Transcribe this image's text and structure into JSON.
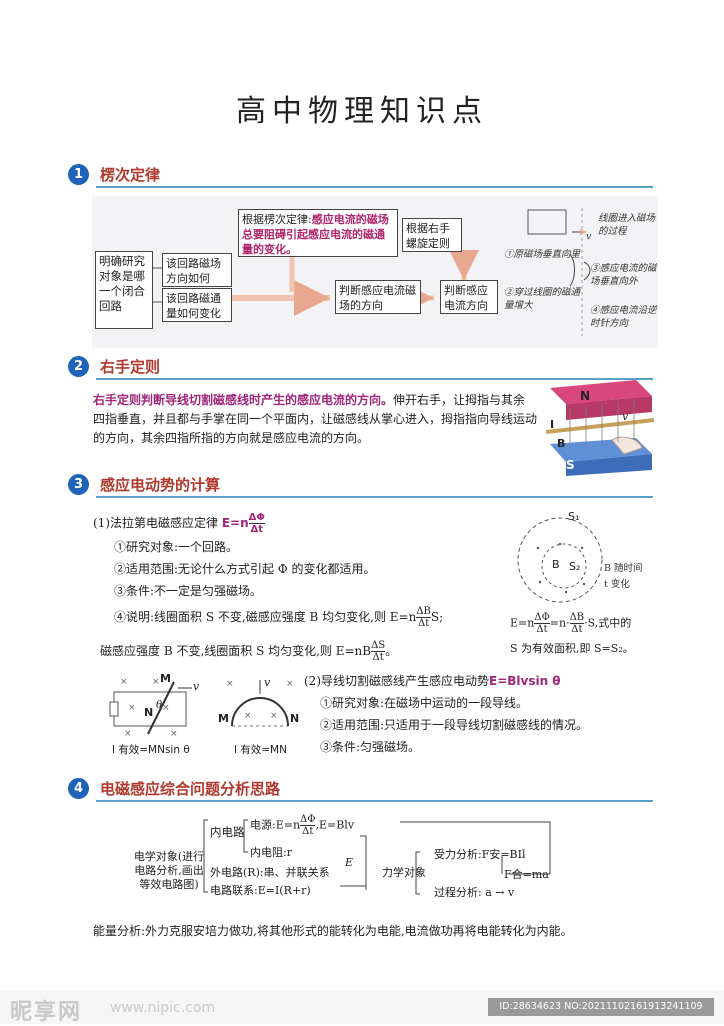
{
  "title": "高中物理知识点",
  "sections": [
    {
      "num": "1",
      "title": "楞次定律"
    },
    {
      "num": "2",
      "title": "右手定则"
    },
    {
      "num": "3",
      "title": "感应电动势的计算"
    },
    {
      "num": "4",
      "title": "电磁感应综合问题分析思路"
    }
  ],
  "s1": {
    "research": "明确研究对象是哪一个闭合回路",
    "q1": "该回路磁场方向如何",
    "q2": "该回路磁通量如何变化",
    "lenz_prefix": "根据楞次定律:",
    "lenz_hl": "感应电流的磁场总要阻碍引起感应电流的磁通量的变化。",
    "judge": "判断感应电流磁场的方向",
    "right_hand": "根据右手螺旋定则",
    "judge_current": "判断感应电流方向",
    "loop_note": "线圈进入磁场的过程",
    "v_label": "v",
    "n1": "①原磁场垂直向里",
    "n2": "②穿过线圈的磁通量增大",
    "n3": "③感应电流的磁场垂直向外",
    "n4": "④感应电流沿逆时针方向"
  },
  "s2": {
    "hl": "右手定则判断导线切割磁感线时产生的感应电流的方向。",
    "text": "伸开右手，让拇指与其余四指垂直，并且都与手掌在同一个平面内，让磁感线从掌心进入，拇指指向导线运动的方向，其余四指所指的方向就是感应电流的方向。",
    "label_n": "N",
    "label_s": "S",
    "label_b": "B",
    "label_i": "I",
    "label_v": "v"
  },
  "s3": {
    "p1_prefix": "(1)法拉第电磁感应定律",
    "p1_formula": "E=n",
    "p1_num": "ΔΦ",
    "p1_den": "Δt",
    "i1": "①研究对象:一个回路。",
    "i2": "②适用范围:无论什么方式引起 Φ 的变化都适用。",
    "i3": "③条件:不一定是匀强磁场。",
    "i4": "④说明:线圈面积 S 不变,磁感应强度 B 均匀变化,则 E=n",
    "i4_num": "ΔB",
    "i4_den": "Δt",
    "i4_tail": "S;",
    "i5": "磁感应强度 B 不变,线圈面积 S 均匀变化,则 E=nB",
    "i5_num": "ΔS",
    "i5_den": "Δt",
    "i5_tail": "。",
    "circ_s1": "S₁",
    "circ_b": "B",
    "circ_s2": "S₂",
    "circ_note1": "B 随时间",
    "circ_note2": "t 变化",
    "circ_f1": "E=n",
    "circ_f1_num": "ΔΦ",
    "circ_f1_den": "Δt",
    "circ_f2": "=n·",
    "circ_f2_num": "ΔB",
    "circ_f2_den": "Δt",
    "circ_f3": "·S,式中的",
    "circ_f4": "S 为有效面积,即 S=S₂。",
    "p2_prefix": "(2)导线切割磁感线产生感应电动势",
    "p2_formula": "E=Blvsin θ",
    "j1": "①研究对象:在磁场中运动的一段导线。",
    "j2": "②适用范围:只适用于一段导线切割磁感线的情况。",
    "j3": "③条件:匀强磁场。",
    "fig1_caption": "l 有效=MNsin θ",
    "fig2_caption": "l 有效=MN",
    "lbl_m": "M",
    "lbl_n": "N",
    "lbl_v": "v",
    "lbl_theta": "θ"
  },
  "s4": {
    "elec_obj": "电学对象(进行电路分析,画出等效电路图)",
    "inner": "内电路",
    "source_prefix": "电源:E=n",
    "source_num": "ΔΦ",
    "source_den": "Δt",
    "source_tail": ",E=Blv",
    "inner_r": "内电阻:r",
    "outer": "外电路(R):串、并联关系",
    "link": "电路联系:E=I(R+r)",
    "e_label": "E",
    "mech_obj": "力学对象",
    "force": "受力分析:F安=BIl",
    "newton": "F合=ma",
    "process": "过程分析:",
    "process_tail": "a → v",
    "energy": "能量分析:外力克服安培力做功,将其他形式的能转化为电能,电流做功再将电能转化为内能。"
  },
  "watermark": {
    "logo": "昵享网",
    "site": "www.nipic.com",
    "id": "ID:28634623 NO:20211102161913241109"
  },
  "colors": {
    "accent": "#1e63b8",
    "title_red": "#b03a2e",
    "highlight": "#a0267a",
    "rule": "#5aa0c6"
  }
}
